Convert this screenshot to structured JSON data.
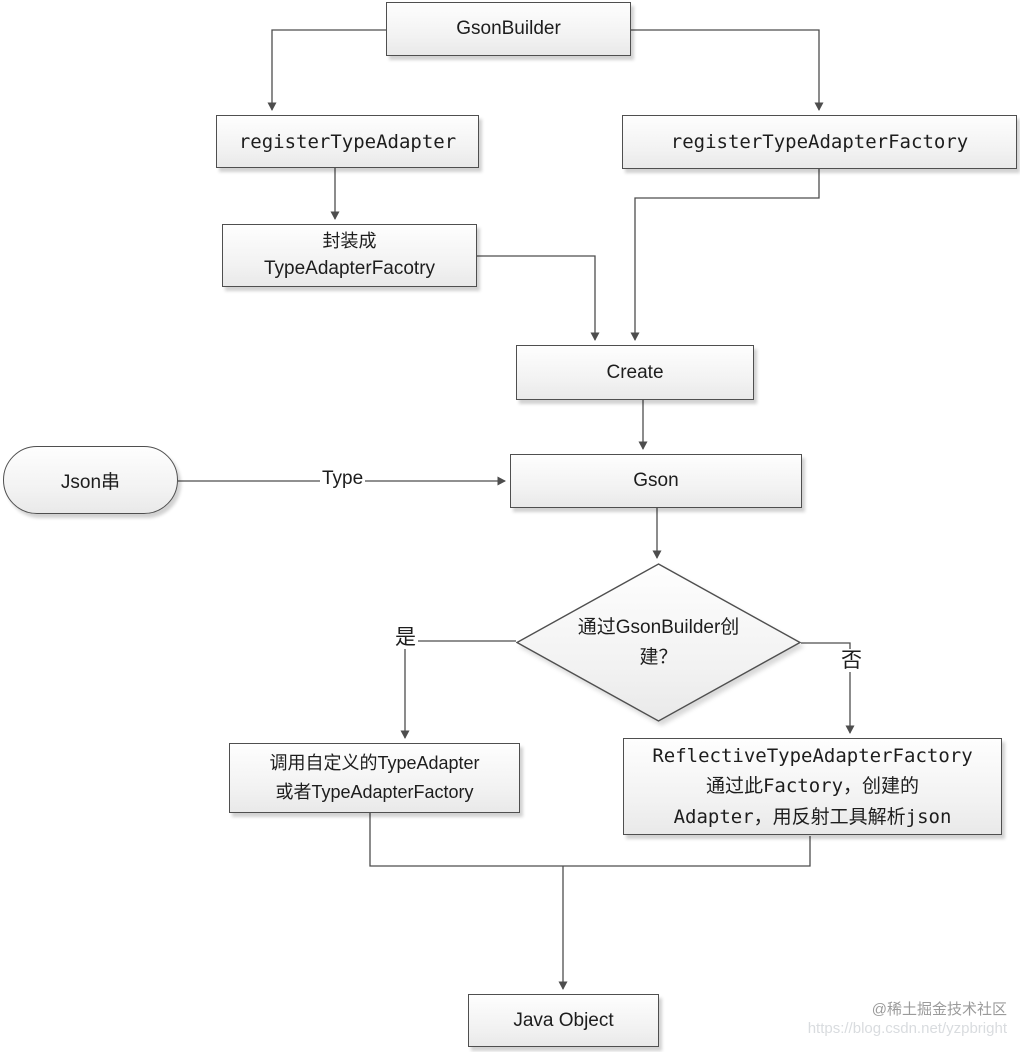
{
  "diagram": {
    "nodes": {
      "gson_builder": {
        "label": "GsonBuilder"
      },
      "register_type_adapter": {
        "label": "registerTypeAdapter"
      },
      "register_type_adapter_factory": {
        "label": "registerTypeAdapterFactory"
      },
      "wrap_factory": {
        "line1": "封装成",
        "line2": "TypeAdapterFacotry"
      },
      "create": {
        "label": "Create"
      },
      "json_string": {
        "label": "Json串"
      },
      "gson": {
        "label": "Gson"
      },
      "decision": {
        "line1": "通过GsonBuilder创",
        "line2": "建？"
      },
      "custom_adapter": {
        "line1": "调用自定义的TypeAdapter",
        "line2": "或者TypeAdapterFactory"
      },
      "reflective_factory": {
        "line1": "ReflectiveTypeAdapterFactory",
        "line2": "通过此Factory，创建的",
        "line3": "Adapter，用反射工具解析json"
      },
      "java_object": {
        "label": "Java Object"
      }
    },
    "edge_labels": {
      "type": "Type",
      "yes": "是",
      "no": "否"
    },
    "watermark": {
      "line1": "@稀土掘金技术社区",
      "line2": "https://blog.csdn.net/yzpbright"
    },
    "colors": {
      "line": "#4d4d4d",
      "box_border": "#4f4f4f",
      "box_fill_top": "#fefefe",
      "box_fill_bottom": "#e9e9e9",
      "watermark_gray": "#9b9b9b",
      "watermark_light": "#d9dcdf"
    }
  }
}
